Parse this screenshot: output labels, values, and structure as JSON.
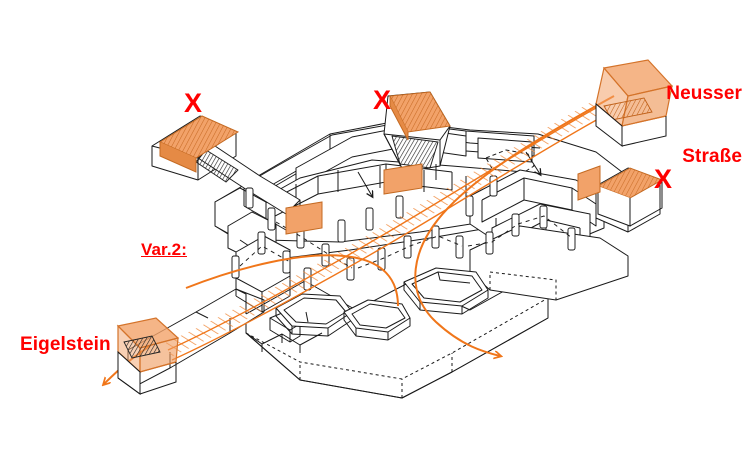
{
  "drawing": {
    "type": "axonometric-architectural-plan",
    "subject": "underground station concourse with surface plaza",
    "background_color": "#ffffff",
    "line_color": "#1a1a1a",
    "accent_color": "#F08A3C",
    "accent_fill": "#F2A269",
    "marker_color": "#FF0000"
  },
  "labels": {
    "place_neusser": {
      "line1": "Neusser",
      "line2": "Straße"
    },
    "place_eigelstein": "Eigelstein",
    "variant": "Var.2:",
    "cross_marks": [
      {
        "id": "x-northwest",
        "text": "X"
      },
      {
        "id": "x-north-center",
        "text": "X"
      },
      {
        "id": "x-east",
        "text": "X"
      }
    ],
    "cross_marks_note": "X marks struck-out entrance structures"
  },
  "entrances": [
    {
      "id": "entrance-neusser-strasse",
      "label": "Neusser Straße",
      "style": "translucent canopy pavilion",
      "crossed_out": false
    },
    {
      "id": "entrance-eigelstein",
      "label": "Eigelstein",
      "style": "translucent canopy pavilion",
      "crossed_out": false
    },
    {
      "id": "entrance-northwest",
      "label": "",
      "style": "escalator ramp",
      "crossed_out": true
    },
    {
      "id": "entrance-north-center",
      "label": "",
      "style": "escalator ramp",
      "crossed_out": true
    },
    {
      "id": "entrance-east",
      "label": "",
      "style": "stair box",
      "crossed_out": true
    }
  ],
  "flow_paths": [
    {
      "id": "path-neusser-to-eigelstein",
      "style": "hatched band",
      "color": "#F08A3C",
      "from": "Neusser Straße",
      "to": "Eigelstein"
    },
    {
      "id": "path-curve-to-plaza",
      "style": "solid curve with arrowhead",
      "color": "#F08A3C",
      "to": "plaza south-east"
    },
    {
      "id": "path-eigelstein-outbound",
      "style": "solid curve with arrowhead",
      "color": "#F08A3C",
      "to": "street south-west"
    }
  ],
  "plaza_features": [
    {
      "id": "hex-planter-north",
      "shape": "hexagon"
    },
    {
      "id": "hex-planter-west",
      "shape": "hexagon"
    },
    {
      "id": "hex-planter-center",
      "shape": "hexagon"
    }
  ]
}
